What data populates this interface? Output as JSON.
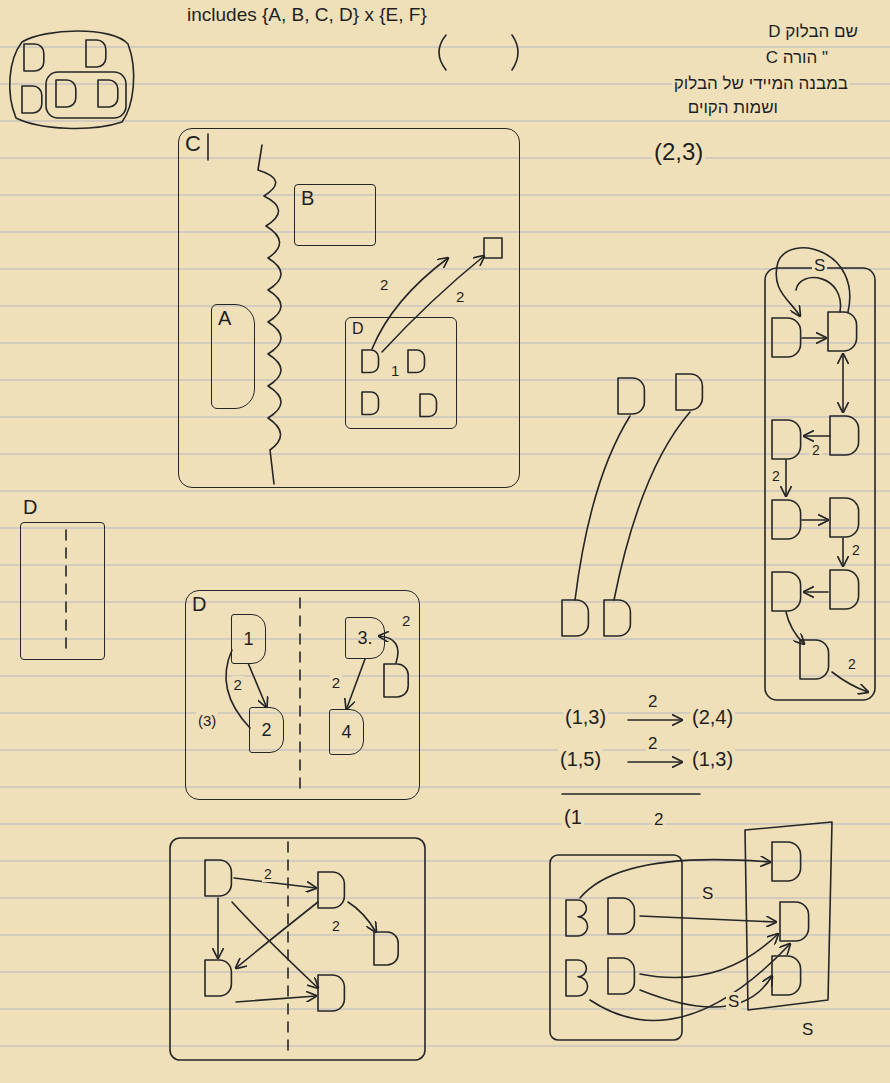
{
  "diagram": {
    "nodes": [
      {
        "text": [
          "C"
        ]
      },
      {
        "text": [
          "B"
        ],
        "in": 0
      },
      {
        "text": [
          "A"
        ],
        "in": 0
      },
      {
        "text": [
          "D"
        ],
        "in": 0
      },
      {
        "text": [
          "D"
        ]
      },
      {
        "text": [
          "D"
        ]
      },
      {
        "text": [
          "1"
        ],
        "in": 5
      },
      {
        "text": [
          "2"
        ],
        "in": 5
      },
      {
        "text": [
          "3."
        ],
        "in": 5
      },
      {
        "text": [
          "4"
        ],
        "in": 5
      }
    ],
    "edges": [
      {
        "from": 6,
        "to": 7,
        "arrow": "to",
        "label": "2"
      },
      {
        "from": 8,
        "to": 9,
        "arrow": "to",
        "label": "2"
      }
    ],
    "labels": [
      "includes {A, B, C, D} x {E, F}",
      "שם הבלוק D",
      "\" הורה C",
      "במבנה המיידי של הבלוק",
      "ושמות הקוים",
      "(2,3)",
      "2",
      "2",
      "1",
      "(3)",
      "2",
      "(1,3)",
      "2",
      "(2,4)",
      "(1,5)",
      "2",
      "(1,3)",
      "S",
      "2",
      "2",
      "2",
      "2",
      "(1",
      "2",
      "S",
      "S",
      "S",
      "2",
      "2"
    ]
  }
}
